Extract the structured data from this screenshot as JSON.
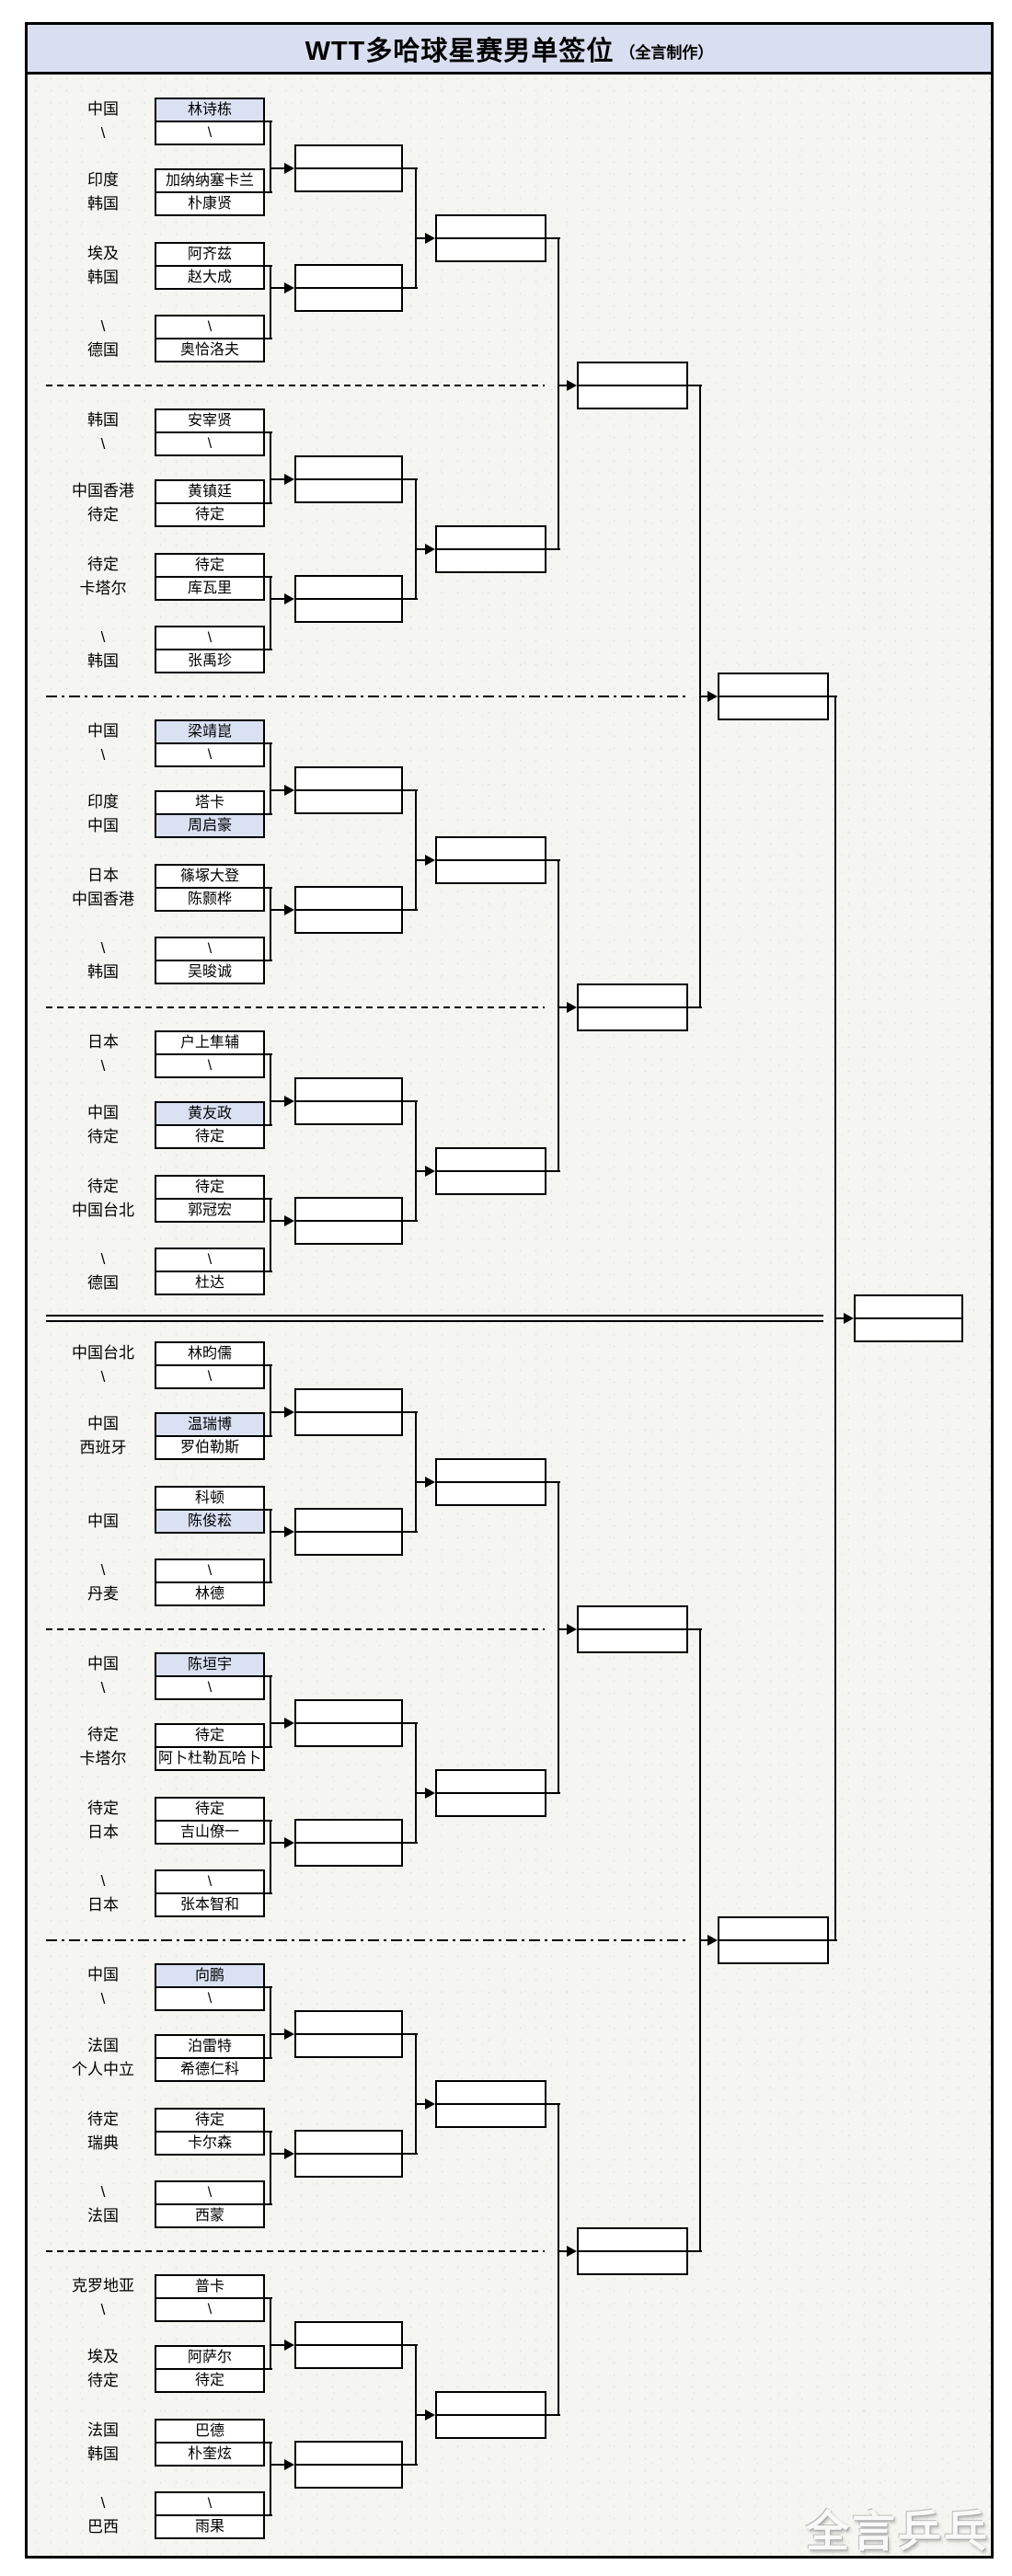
{
  "title": {
    "main": "WTT多哈球星赛男单签位",
    "note": "（全言制作）"
  },
  "watermark": "全言乒乓",
  "colors": {
    "highlight": "#dae1f3",
    "title_bg": "#d9dff0",
    "line": "#000000",
    "background": "#f5f5f1"
  },
  "bracket": {
    "bye_symbol": "\\",
    "sections": [
      {
        "pairs": [
          {
            "countries": [
              "中国",
              "\\"
            ],
            "players": [
              "林诗栋",
              "\\"
            ],
            "highlight": [
              true,
              false
            ]
          },
          {
            "countries": [
              "印度",
              "韩国"
            ],
            "players": [
              "加纳纳塞卡兰",
              "朴康贤"
            ],
            "highlight": [
              false,
              false
            ]
          },
          {
            "countries": [
              "埃及",
              "韩国"
            ],
            "players": [
              "阿齐兹",
              "赵大成"
            ],
            "highlight": [
              false,
              false
            ]
          },
          {
            "countries": [
              "\\",
              "德国"
            ],
            "players": [
              "\\",
              "奥恰洛夫"
            ],
            "highlight": [
              false,
              false
            ]
          }
        ]
      },
      {
        "pairs": [
          {
            "countries": [
              "韩国",
              "\\"
            ],
            "players": [
              "安宰贤",
              "\\"
            ],
            "highlight": [
              false,
              false
            ]
          },
          {
            "countries": [
              "中国香港",
              "待定"
            ],
            "players": [
              "黄镇廷",
              "待定"
            ],
            "highlight": [
              false,
              false
            ]
          },
          {
            "countries": [
              "待定",
              "卡塔尔"
            ],
            "players": [
              "待定",
              "库瓦里"
            ],
            "highlight": [
              false,
              false
            ]
          },
          {
            "countries": [
              "\\",
              "韩国"
            ],
            "players": [
              "\\",
              "张禹珍"
            ],
            "highlight": [
              false,
              false
            ]
          }
        ]
      },
      {
        "pairs": [
          {
            "countries": [
              "中国",
              "\\"
            ],
            "players": [
              "梁靖崑",
              "\\"
            ],
            "highlight": [
              true,
              false
            ]
          },
          {
            "countries": [
              "印度",
              "中国"
            ],
            "players": [
              "塔卡",
              "周启豪"
            ],
            "highlight": [
              false,
              true
            ]
          },
          {
            "countries": [
              "日本",
              "中国香港"
            ],
            "players": [
              "篠塚大登",
              "陈颢桦"
            ],
            "highlight": [
              false,
              false
            ]
          },
          {
            "countries": [
              "\\",
              "韩国"
            ],
            "players": [
              "\\",
              "吴晙诚"
            ],
            "highlight": [
              false,
              false
            ]
          }
        ]
      },
      {
        "pairs": [
          {
            "countries": [
              "日本",
              "\\"
            ],
            "players": [
              "户上隼辅",
              "\\"
            ],
            "highlight": [
              false,
              false
            ]
          },
          {
            "countries": [
              "中国",
              "待定"
            ],
            "players": [
              "黄友政",
              "待定"
            ],
            "highlight": [
              true,
              false
            ]
          },
          {
            "countries": [
              "待定",
              "中国台北"
            ],
            "players": [
              "待定",
              "郭冠宏"
            ],
            "highlight": [
              false,
              false
            ]
          },
          {
            "countries": [
              "\\",
              "德国"
            ],
            "players": [
              "\\",
              "杜达"
            ],
            "highlight": [
              false,
              false
            ]
          }
        ]
      },
      {
        "pairs": [
          {
            "countries": [
              "中国台北",
              "\\"
            ],
            "players": [
              "林昀儒",
              "\\"
            ],
            "highlight": [
              false,
              false
            ]
          },
          {
            "countries": [
              "中国",
              "西班牙"
            ],
            "players": [
              "温瑞博",
              "罗伯勒斯"
            ],
            "highlight": [
              true,
              false
            ]
          },
          {
            "countries": [
              "",
              "中国"
            ],
            "players": [
              "科顿",
              "陈俊菘"
            ],
            "highlight": [
              false,
              true
            ]
          },
          {
            "countries": [
              "\\",
              "丹麦"
            ],
            "players": [
              "\\",
              "林德"
            ],
            "highlight": [
              false,
              false
            ]
          }
        ]
      },
      {
        "pairs": [
          {
            "countries": [
              "中国",
              "\\"
            ],
            "players": [
              "陈垣宇",
              "\\"
            ],
            "highlight": [
              true,
              false
            ]
          },
          {
            "countries": [
              "待定",
              "卡塔尔"
            ],
            "players": [
              "待定",
              "阿卜杜勒瓦哈卜"
            ],
            "highlight": [
              false,
              false
            ]
          },
          {
            "countries": [
              "待定",
              "日本"
            ],
            "players": [
              "待定",
              "吉山僚一"
            ],
            "highlight": [
              false,
              false
            ]
          },
          {
            "countries": [
              "\\",
              "日本"
            ],
            "players": [
              "\\",
              "张本智和"
            ],
            "highlight": [
              false,
              false
            ]
          }
        ]
      },
      {
        "pairs": [
          {
            "countries": [
              "中国",
              "\\"
            ],
            "players": [
              "向鹏",
              "\\"
            ],
            "highlight": [
              true,
              false
            ]
          },
          {
            "countries": [
              "法国",
              "个人中立"
            ],
            "players": [
              "泊雷特",
              "希德仁科"
            ],
            "highlight": [
              false,
              false
            ]
          },
          {
            "countries": [
              "待定",
              "瑞典"
            ],
            "players": [
              "待定",
              "卡尔森"
            ],
            "highlight": [
              false,
              false
            ]
          },
          {
            "countries": [
              "\\",
              "法国"
            ],
            "players": [
              "\\",
              "西蒙"
            ],
            "highlight": [
              false,
              false
            ]
          }
        ]
      },
      {
        "pairs": [
          {
            "countries": [
              "克罗地亚",
              "\\"
            ],
            "players": [
              "普卡",
              "\\"
            ],
            "highlight": [
              false,
              false
            ]
          },
          {
            "countries": [
              "埃及",
              "待定"
            ],
            "players": [
              "阿萨尔",
              "待定"
            ],
            "highlight": [
              false,
              false
            ]
          },
          {
            "countries": [
              "法国",
              "韩国"
            ],
            "players": [
              "巴德",
              "朴奎炫"
            ],
            "highlight": [
              false,
              false
            ]
          },
          {
            "countries": [
              "\\",
              "巴西"
            ],
            "players": [
              "\\",
              "雨果"
            ],
            "highlight": [
              false,
              false
            ]
          }
        ]
      }
    ]
  }
}
